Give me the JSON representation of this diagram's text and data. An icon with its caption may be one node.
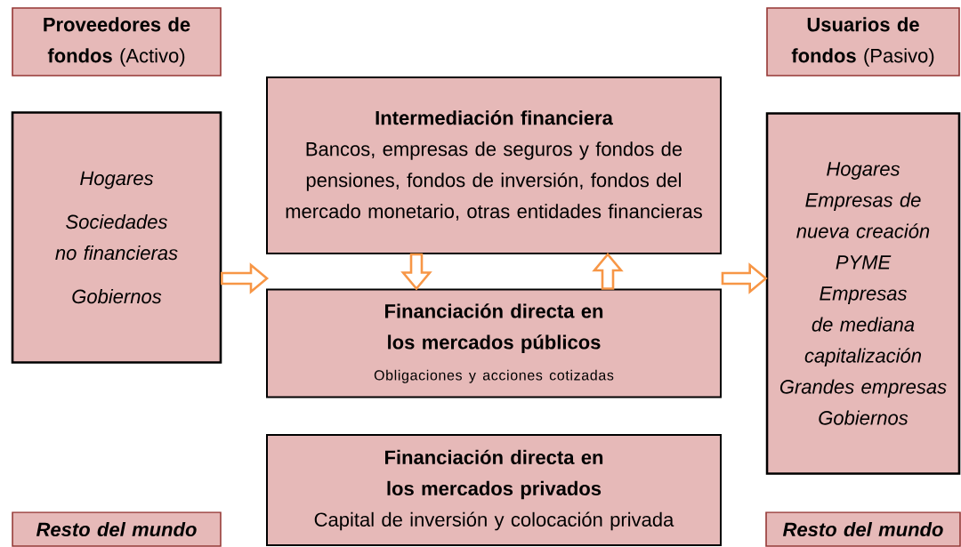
{
  "diagram": {
    "nodes": [
      {
        "text": [
          "**Proveedores de fondos** (Activo)"
        ]
      },
      {
        "text": [
          "**Usuarios de fondos** (Pasivo)"
        ]
      },
      {
        "text": [
          "Hogares",
          "Sociedades no financieras",
          "Gobiernos"
        ]
      },
      {
        "text": [
          "Intermediación financiera",
          "Bancos, empresas de seguros y fondos de pensiones, fondos de inversión, fondos del mercado monetario, otras entidades financieras"
        ]
      },
      {
        "text": [
          "Financiación directa en los mercados públicos",
          "Obligaciones y acciones cotizadas"
        ]
      },
      {
        "text": [
          "Hogares",
          "Empresas de nueva creación",
          "PYME",
          "Empresas de mediana capitalización",
          "Grandes empresas",
          "Gobiernos"
        ]
      },
      {
        "text": [
          "Financiación directa en los mercados privados",
          "Capital de inversión y colocación privada"
        ]
      },
      {
        "text": [
          "Resto del mundo"
        ]
      },
      {
        "text": [
          "Resto del mundo"
        ]
      }
    ],
    "edges": [
      {
        "from": 2,
        "to": null,
        "arrow": "to"
      },
      {
        "from": null,
        "to": 5,
        "arrow": "to"
      },
      {
        "from": 3,
        "to": 4,
        "arrow": "to"
      },
      {
        "from": 4,
        "to": 3,
        "arrow": "to"
      }
    ]
  }
}
